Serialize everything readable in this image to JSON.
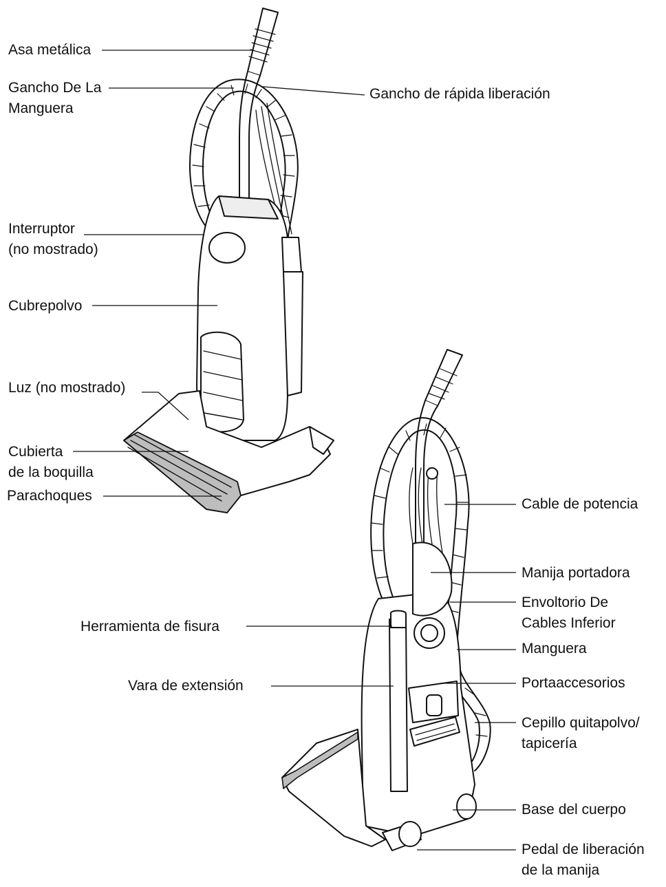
{
  "labels": {
    "asa_metalica": "Asa metálica",
    "gancho_manguera_1": "Gancho De La",
    "gancho_manguera_2": "Manguera",
    "gancho_rapida": "Gancho de rápida liberación",
    "interruptor_1": "Interruptor",
    "interruptor_2": "(no mostrado)",
    "cubrepolvo": "Cubrepolvo",
    "luz": "Luz (no mostrado)",
    "cubierta_1": "Cubierta",
    "cubierta_2": "de la boquilla",
    "parachoques": "Parachoques",
    "cable_potencia": "Cable de potencia",
    "manija_portadora": "Manija portadora",
    "envoltorio_1": "Envoltorio De",
    "envoltorio_2": "Cables Inferior",
    "manguera": "Manguera",
    "portaaccesorios": "Portaaccesorios",
    "cepillo_1": "Cepillo quitapolvo/",
    "cepillo_2": "tapicería",
    "base_cuerpo": "Base del cuerpo",
    "pedal_1": "Pedal de liberación",
    "pedal_2": "de la manija",
    "herramienta_fisura": "Herramienta de fisura",
    "vara_extension": "Vara de extensión"
  },
  "colors": {
    "ink": "#111111",
    "shade": "#9a9a9a",
    "light": "#d9d9d9"
  }
}
